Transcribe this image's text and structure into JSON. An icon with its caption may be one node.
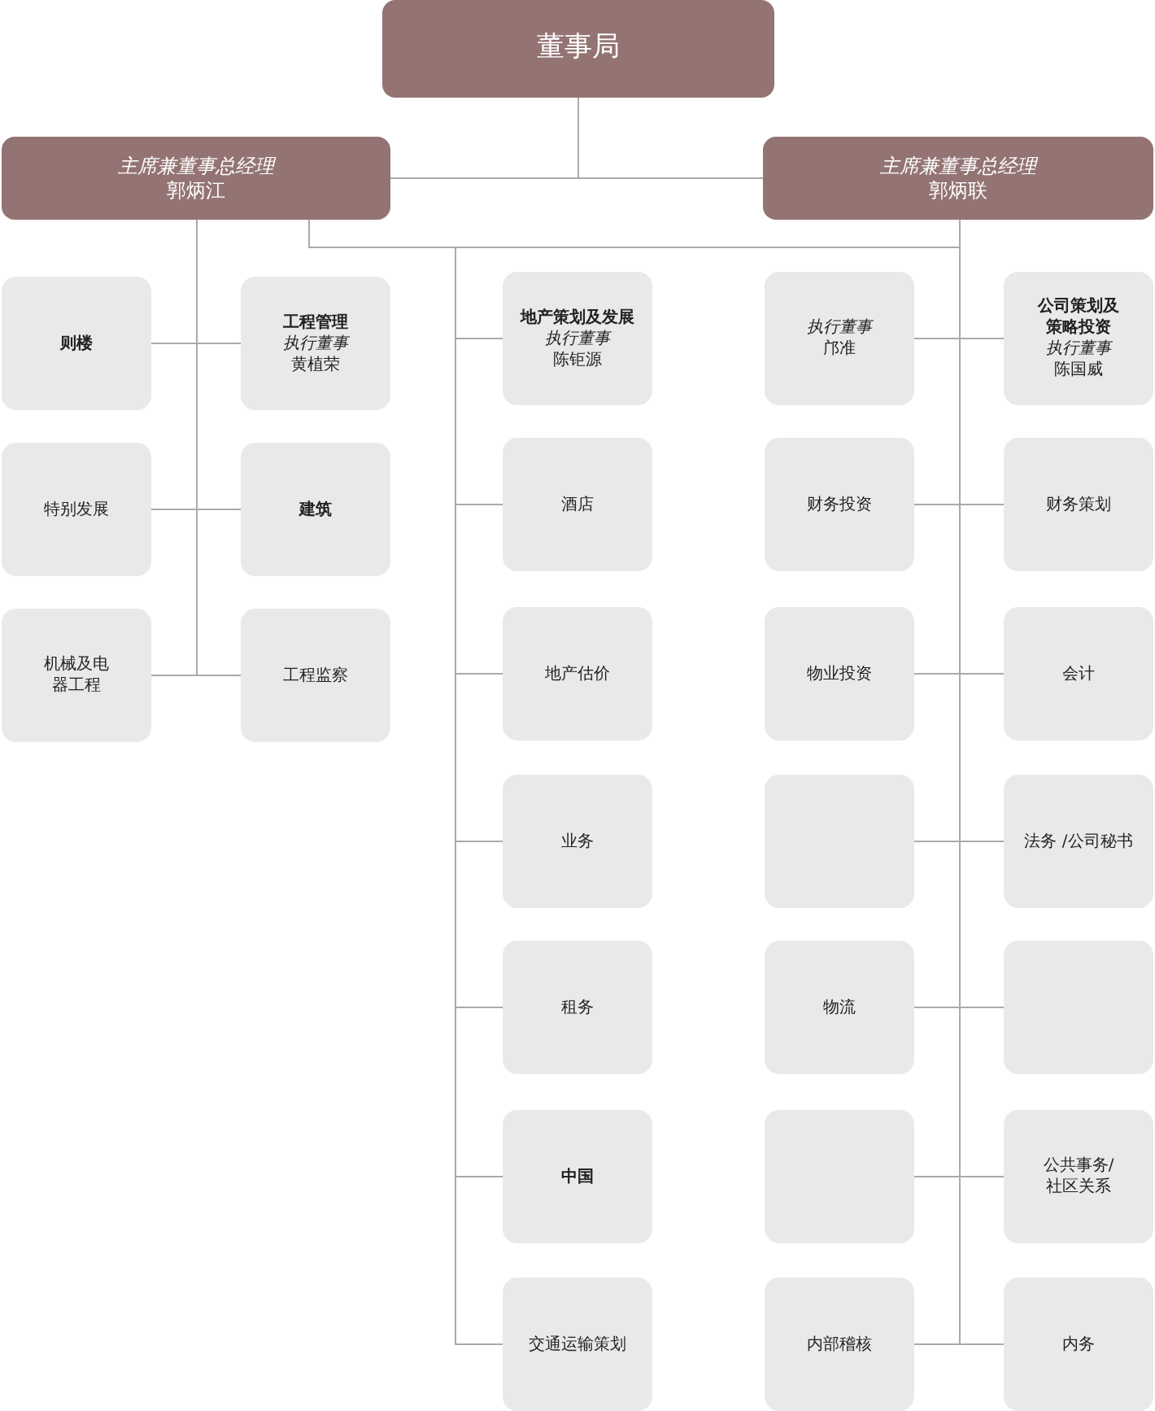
{
  "diagram": {
    "nodes": [
      {
        "text": [
          "董事局"
        ]
      },
      {
        "text": [
          "主席兼董事总经理",
          "郭炳江"
        ]
      },
      {
        "text": [
          "主席兼董事总经理",
          "郭炳联"
        ]
      },
      {
        "text": [
          "则楼"
        ]
      },
      {
        "text": [
          "工程管理",
          "执行董事",
          "黄植荣"
        ]
      },
      {
        "text": [
          "特别发展"
        ]
      },
      {
        "text": [
          "建筑"
        ]
      },
      {
        "text": [
          "机械及电器工程"
        ]
      },
      {
        "text": [
          "工程监察"
        ]
      },
      {
        "text": [
          "地产策划及发展",
          "执行董事",
          "陈钜源"
        ]
      },
      {
        "text": [
          "酒店"
        ]
      },
      {
        "text": [
          "地产估价"
        ]
      },
      {
        "text": [
          "业务"
        ]
      },
      {
        "text": [
          "租务"
        ]
      },
      {
        "text": [
          "中国"
        ]
      },
      {
        "text": [
          "交通运输策划"
        ]
      },
      {
        "text": [
          "执行董事",
          "邝准"
        ]
      },
      {
        "text": [
          "公司策划及策略投资",
          "执行董事",
          "陈国威"
        ]
      },
      {
        "text": [
          "财务投资"
        ]
      },
      {
        "text": [
          "财务策划"
        ]
      },
      {
        "text": [
          "物业投资"
        ]
      },
      {
        "text": [
          "会计"
        ]
      },
      {
        "text": [],
        "shape": "box"
      },
      {
        "text": [
          "法务 /公司秘书"
        ]
      },
      {
        "text": [
          "物流"
        ]
      },
      {
        "text": [],
        "shape": "box"
      },
      {
        "text": [],
        "shape": "box"
      },
      {
        "text": [
          "公共事务/社区关系"
        ]
      },
      {
        "text": [
          "内部稽核"
        ]
      },
      {
        "text": [
          "内务"
        ]
      }
    ],
    "edges": [
      {
        "from": 0,
        "to": 1,
        "arrow": "none"
      },
      {
        "from": 0,
        "to": 2,
        "arrow": "none"
      },
      {
        "from": 1,
        "to": 3,
        "arrow": "none"
      },
      {
        "from": 1,
        "to": 4,
        "arrow": "none"
      },
      {
        "from": 1,
        "to": 5,
        "arrow": "none"
      },
      {
        "from": 1,
        "to": 6,
        "arrow": "none"
      },
      {
        "from": 1,
        "to": 7,
        "arrow": "none"
      },
      {
        "from": 1,
        "to": 8,
        "arrow": "none"
      },
      {
        "from": 1,
        "to": 9,
        "arrow": "none"
      },
      {
        "from": 1,
        "to": 10,
        "arrow": "none"
      },
      {
        "from": 1,
        "to": 11,
        "arrow": "none"
      },
      {
        "from": 1,
        "to": 12,
        "arrow": "none"
      },
      {
        "from": 1,
        "to": 13,
        "arrow": "none"
      },
      {
        "from": 1,
        "to": 14,
        "arrow": "none"
      },
      {
        "from": 1,
        "to": 15,
        "arrow": "none"
      },
      {
        "from": 2,
        "to": 9,
        "arrow": "none"
      },
      {
        "from": 2,
        "to": 10,
        "arrow": "none"
      },
      {
        "from": 2,
        "to": 11,
        "arrow": "none"
      },
      {
        "from": 2,
        "to": 12,
        "arrow": "none"
      },
      {
        "from": 2,
        "to": 13,
        "arrow": "none"
      },
      {
        "from": 2,
        "to": 14,
        "arrow": "none"
      },
      {
        "from": 2,
        "to": 15,
        "arrow": "none"
      },
      {
        "from": 2,
        "to": 16,
        "arrow": "none"
      },
      {
        "from": 2,
        "to": 17,
        "arrow": "none"
      },
      {
        "from": 2,
        "to": 18,
        "arrow": "none"
      },
      {
        "from": 2,
        "to": 19,
        "arrow": "none"
      },
      {
        "from": 2,
        "to": 20,
        "arrow": "none"
      },
      {
        "from": 2,
        "to": 21,
        "arrow": "none"
      },
      {
        "from": 2,
        "to": 22,
        "arrow": "none"
      },
      {
        "from": 2,
        "to": 23,
        "arrow": "none"
      },
      {
        "from": 2,
        "to": 24,
        "arrow": "none"
      },
      {
        "from": 2,
        "to": 25,
        "arrow": "none"
      },
      {
        "from": 2,
        "to": 26,
        "arrow": "none"
      },
      {
        "from": 2,
        "to": 27,
        "arrow": "none"
      },
      {
        "from": 2,
        "to": 28,
        "arrow": "none"
      },
      {
        "from": 2,
        "to": 29,
        "arrow": "none"
      }
    ]
  }
}
